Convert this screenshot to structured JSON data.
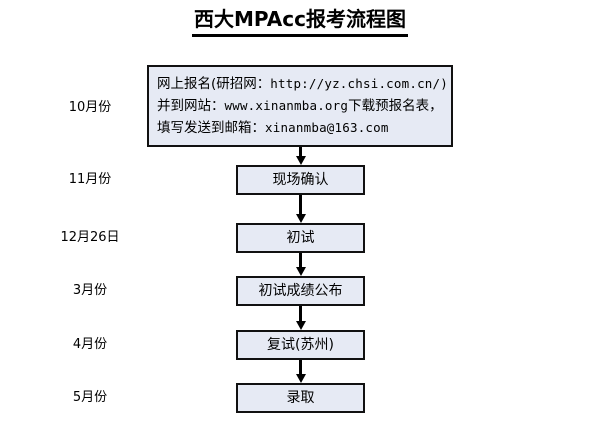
{
  "title": "西大MPAcc报考流程图",
  "chart_data": {
    "type": "diagram",
    "subtype": "flowchart",
    "title": "西大MPAcc报考流程图",
    "orientation": "top-to-bottom",
    "timeline_labels": [
      "10月份",
      "11月份",
      "12月26日",
      "3月份",
      "4月份",
      "5月份"
    ],
    "nodes": [
      {
        "id": "apply",
        "time": "10月份",
        "shape": "rectangle",
        "multiline": true,
        "lines": [
          "网上报名(研招网：http://yz.chsi.com.cn/)",
          "并到网站：www.xinanmba.org下载预报名表，",
          "填写发送到邮箱：xinanmba@163.com"
        ]
      },
      {
        "id": "confirm",
        "time": "11月份",
        "shape": "rectangle",
        "label": "现场确认"
      },
      {
        "id": "exam1",
        "time": "12月26日",
        "shape": "rectangle",
        "label": "初试"
      },
      {
        "id": "score",
        "time": "3月份",
        "shape": "rectangle",
        "label": "初试成绩公布"
      },
      {
        "id": "exam2",
        "time": "4月份",
        "shape": "rectangle",
        "label": "复试(苏州)"
      },
      {
        "id": "admit",
        "time": "5月份",
        "shape": "rectangle",
        "label": "录取"
      }
    ],
    "edges": [
      {
        "from": "apply",
        "to": "confirm",
        "style": "solid-arrow"
      },
      {
        "from": "confirm",
        "to": "exam1",
        "style": "solid-arrow"
      },
      {
        "from": "exam1",
        "to": "score",
        "style": "solid-arrow"
      },
      {
        "from": "score",
        "to": "exam2",
        "style": "solid-arrow"
      },
      {
        "from": "exam2",
        "to": "admit",
        "style": "solid-arrow"
      }
    ],
    "colors": {
      "background": "#ffffff",
      "node_fill": "#e6eaf4",
      "node_border": "#111111",
      "text": "#000000",
      "arrow": "#000000"
    }
  },
  "timeline": {
    "t1": "10月份",
    "t2": "11月份",
    "t3": "12月26日",
    "t4": "3月份",
    "t5": "4月份",
    "t6": "5月份"
  },
  "boxes": {
    "apply": {
      "line1_cjk_a": "网上报名(研招网：",
      "line1_url": "http://yz.chsi.com.cn/)",
      "line2_cjk_a": "并到网站：",
      "line2_url": "www.xinanmba.org",
      "line2_cjk_b": "下载预报名表，",
      "line3_cjk_a": "填写发送到邮箱：",
      "line3_email": "xinanmba@163.com"
    },
    "confirm": "现场确认",
    "exam1": "初试",
    "score": "初试成绩公布",
    "exam2": "复试(苏州)",
    "admit": "录取"
  }
}
